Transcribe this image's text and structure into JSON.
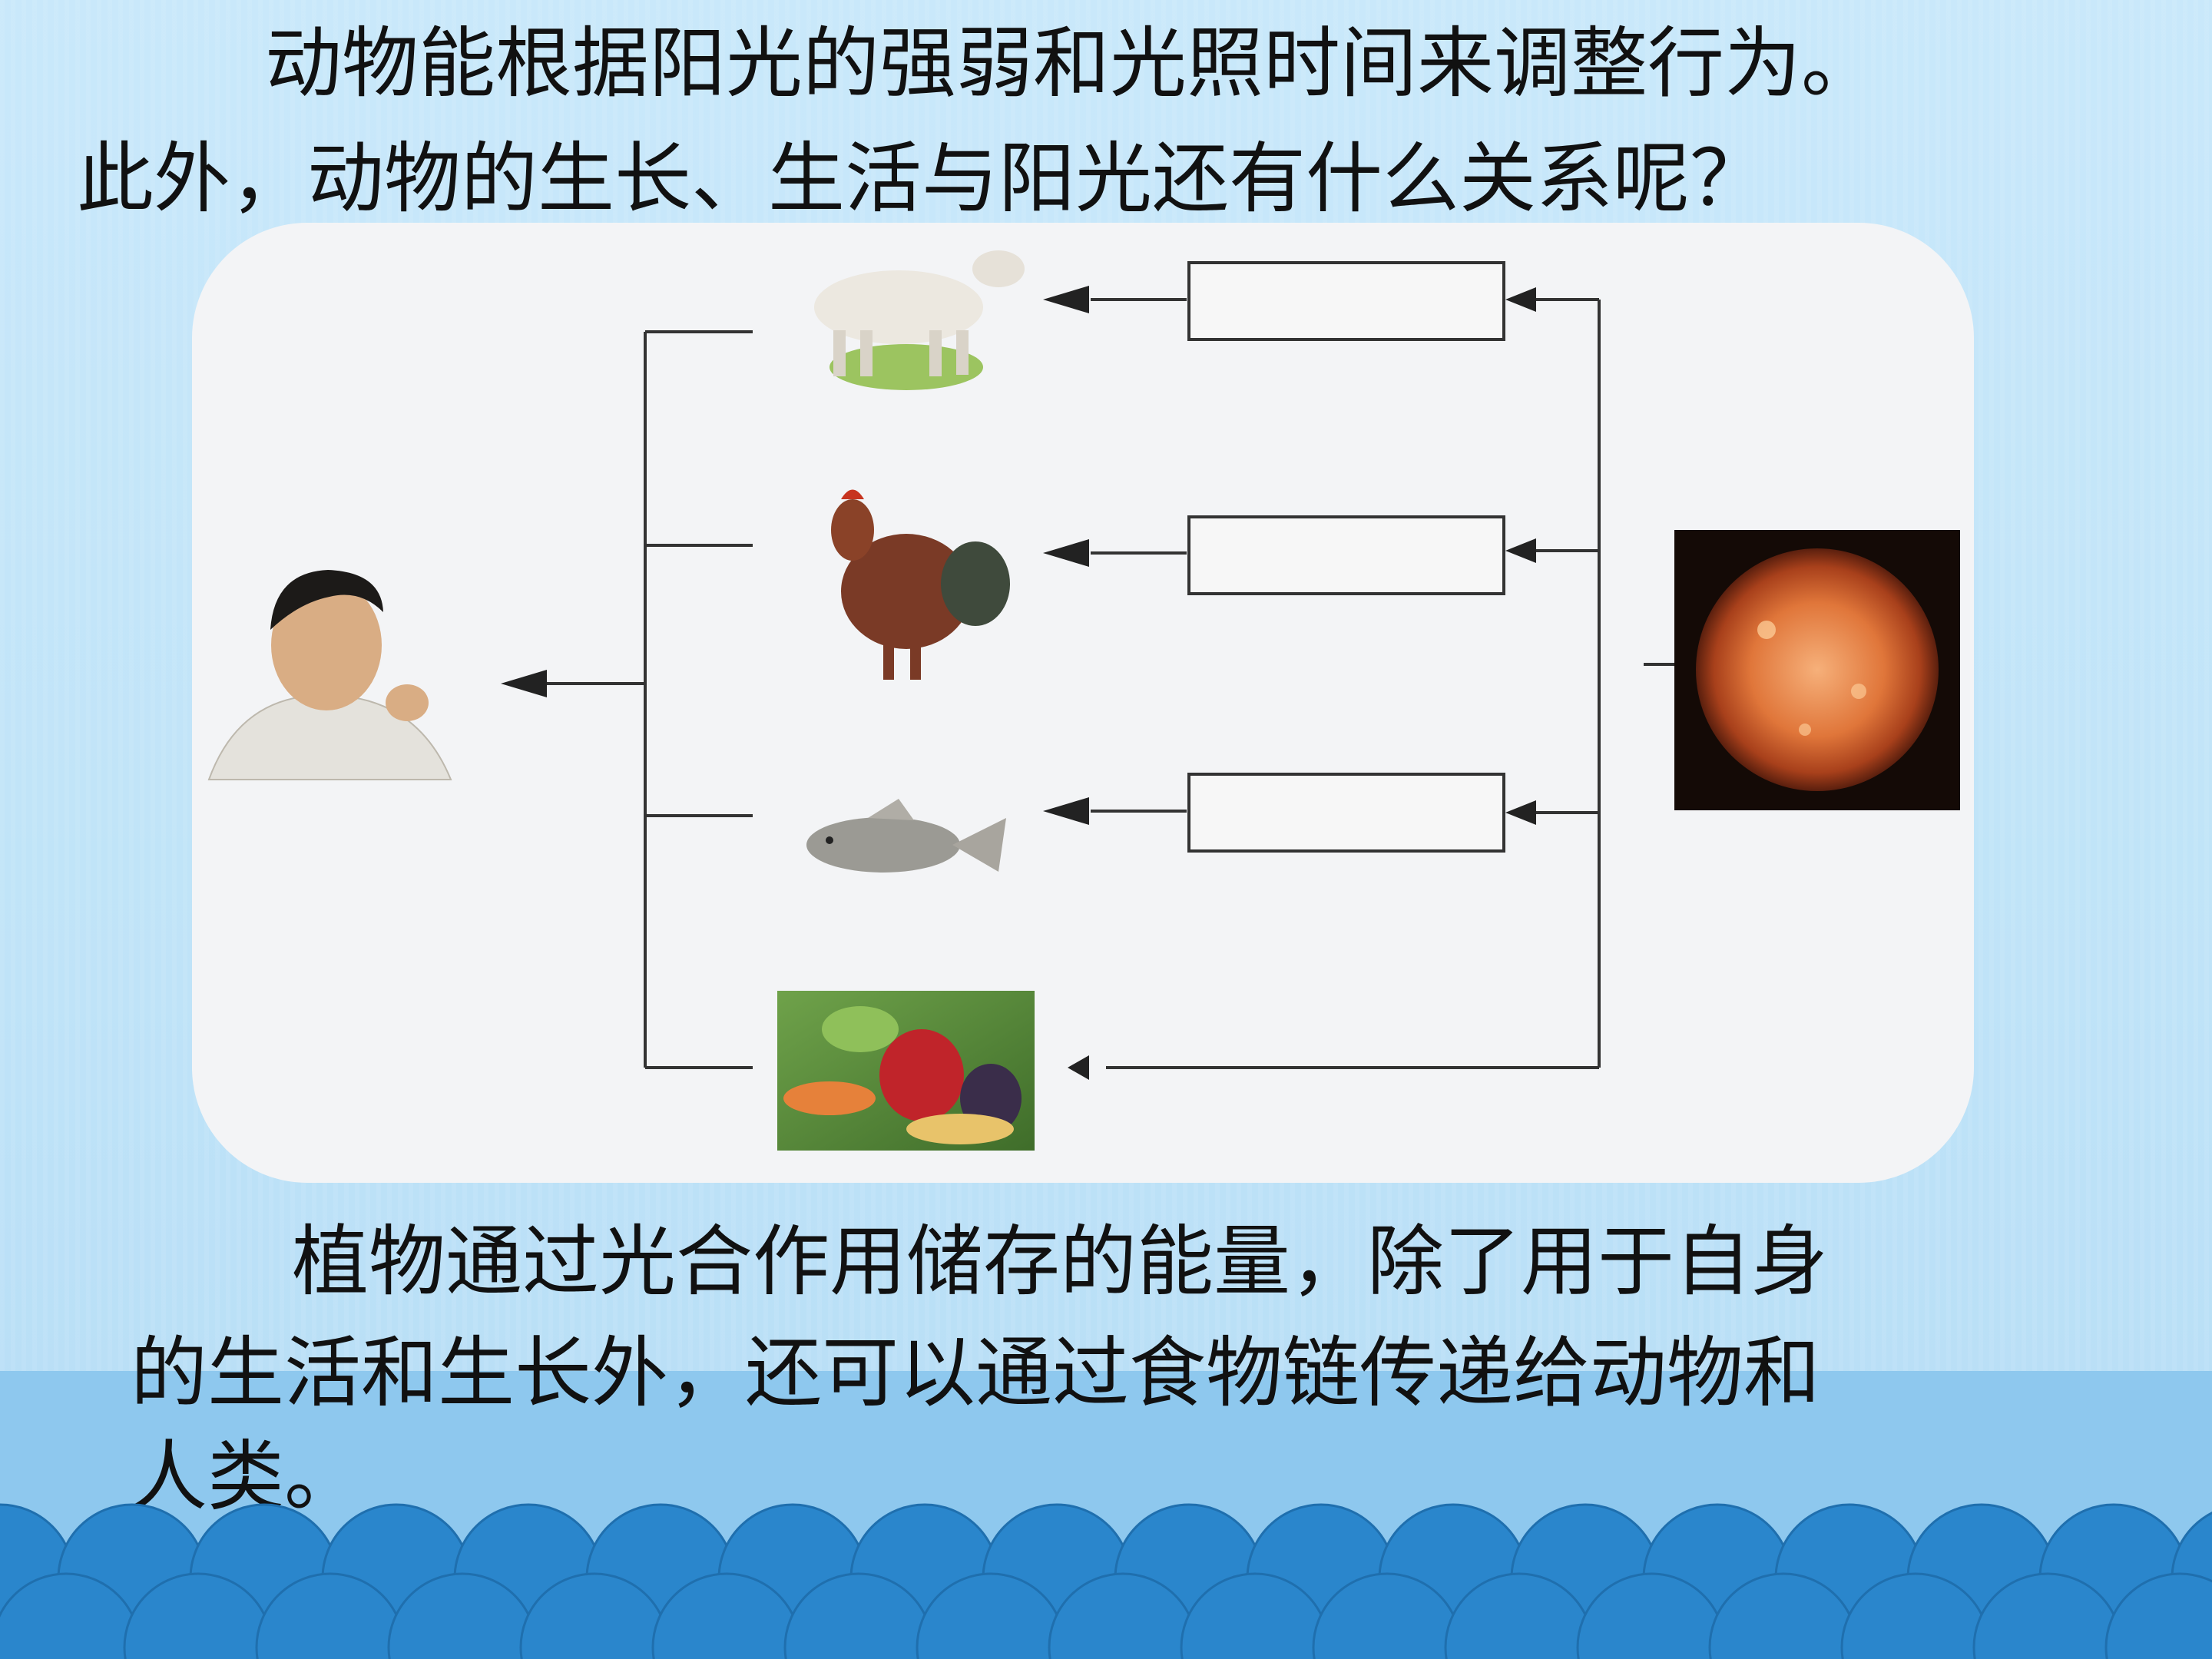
{
  "intro_text": {
    "line1": "动物能根据阳光的强弱和光照时间来调整行为。",
    "line2": "此外，动物的生长、生活与阳光还有什么关系呢？"
  },
  "diagram": {
    "nodes": [
      {
        "id": "sun",
        "label": "sun"
      },
      {
        "id": "cow",
        "label": "cow"
      },
      {
        "id": "rooster",
        "label": "rooster"
      },
      {
        "id": "fish",
        "label": "fish"
      },
      {
        "id": "vegetables",
        "label": "vegetables"
      },
      {
        "id": "child",
        "label": "child"
      }
    ],
    "blank_boxes": [
      {
        "id": "box-cow",
        "text": ""
      },
      {
        "id": "box-rooster",
        "text": ""
      },
      {
        "id": "box-fish",
        "text": ""
      }
    ],
    "edges": [
      {
        "from": "sun",
        "to": "box-cow"
      },
      {
        "from": "box-cow",
        "to": "cow"
      },
      {
        "from": "sun",
        "to": "box-rooster"
      },
      {
        "from": "box-rooster",
        "to": "rooster"
      },
      {
        "from": "sun",
        "to": "box-fish"
      },
      {
        "from": "box-fish",
        "to": "fish"
      },
      {
        "from": "sun",
        "to": "vegetables"
      },
      {
        "from": "cow",
        "to": "child"
      },
      {
        "from": "rooster",
        "to": "child"
      },
      {
        "from": "fish",
        "to": "child"
      },
      {
        "from": "vegetables",
        "to": "child"
      }
    ]
  },
  "body_text": {
    "line1": "植物通过光合作用储存的能量，除了用于自身",
    "line2": "的生活和生长外，还可以通过食物链传递给动物和",
    "line3": "人类。"
  },
  "colors": {
    "background": "#c9e8fa",
    "band": "#8ec8ee",
    "waves": "#2a86cc",
    "card": "#f3f4f6"
  }
}
